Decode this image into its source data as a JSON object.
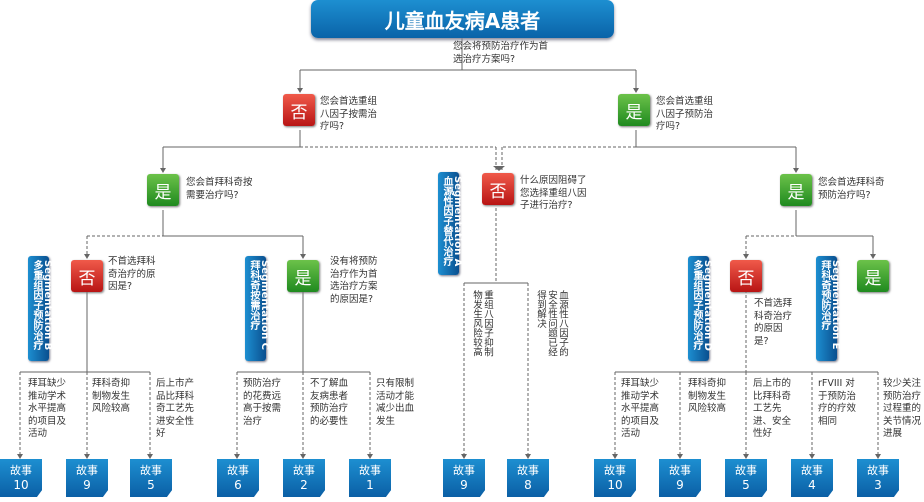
{
  "title": "儿童血友病A患者",
  "q_root": "您会将预防治疗作为首\n选治疗方案吗?",
  "yes": "是",
  "no": "否",
  "q_no1": "您会首选重组\n八因子按需治\n疗吗?",
  "q_yes1": "您会首选重组\n八因子预防治\n疗吗?",
  "q_yes_left": "您会首拜科奇按\n需要治疗吗?",
  "q_mid": "什么原因阻碍了\n您选择重组八因\n子进行治疗?",
  "q_yes_right": "您会首选拜科奇\n预防治疗吗?",
  "q_no_b": "不首选拜科\n奇治疗的原\n因是?",
  "q_yes_c": "没有将预防\n治疗作为首\n选治疗方案\n的原因是?",
  "q_no_d": "不首选拜\n科奇治疗\n的原因\n是?",
  "seg_a": "Segmentation A\n血源性因子替代治疗",
  "seg_b": "Segmentation B\n多重组因子预防治疗",
  "seg_c": "Segmentation C\n拜科奇按需治疗",
  "seg_d": "Segmentation D\n多重组因子预防治疗",
  "seg_e": "Segmentation E\n拜科奇预防治疗",
  "reasons": {
    "b1": "拜耳缺少\n推动学术\n水平提高\n的项目及\n活动",
    "b2": "拜科奇抑\n制物发生\n风险较高",
    "b3": "后上市产\n品比拜科\n奇工艺先\n进安全性\n好",
    "c1": "预防治疗\n的花费远\n高于按需\n治疗",
    "c2": "不了解血\n友病患者\n预防治疗\n的必要性",
    "c3": "只有限制\n活动才能\n减少出血\n发生",
    "a1": "重组八因子抑制\n物发生风险较高",
    "a2": "血源性八因子的\n安全性问题已经\n得到解决",
    "d1": "拜耳缺少\n推动学术\n水平提高\n的项目及\n活动",
    "d2": "拜科奇抑\n制物发生\n风险较高",
    "d3": "后上市的\n比拜科奇\n工艺先\n进、安全\n性好",
    "d4": "rFVIII 对\n于预防治\n疗的疗效\n相同",
    "d5": "较少关注\n预防治疗\n过程重的\n关节情况\n进展"
  },
  "story_label": "故事",
  "stories": [
    "10",
    "9",
    "5",
    "6",
    "2",
    "1",
    "9",
    "8",
    "10",
    "9",
    "5",
    "4",
    "3"
  ],
  "colors": {
    "blue": "#0a63a8",
    "green": "#2e9a2e",
    "red": "#c41a1a",
    "line": "#666666"
  }
}
